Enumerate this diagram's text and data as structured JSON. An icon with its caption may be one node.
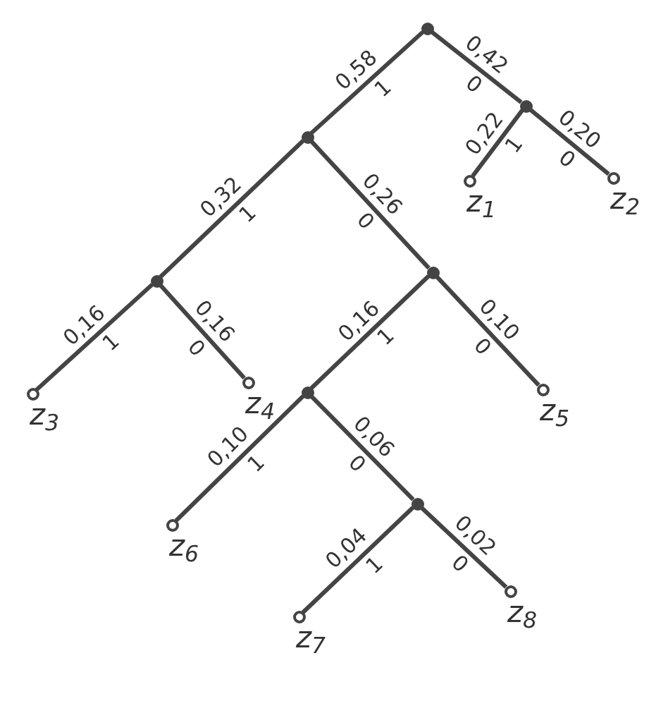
{
  "diagram": {
    "nodes": [
      {
        "text": [],
        "shape": "circle"
      },
      {
        "text": [],
        "shape": "circle"
      },
      {
        "text": [],
        "shape": "circle"
      },
      {
        "text": [
          "z$_{1}$"
        ]
      },
      {
        "text": [
          "z$_{2}$"
        ]
      },
      {
        "text": [],
        "shape": "circle"
      },
      {
        "text": [],
        "shape": "circle"
      },
      {
        "text": [
          "z$_{3}$"
        ]
      },
      {
        "text": [
          "z$_{4}$"
        ]
      },
      {
        "text": [
          "z$_{5}$"
        ]
      },
      {
        "text": [],
        "shape": "circle"
      },
      {
        "text": [
          "z$_{6}$"
        ]
      },
      {
        "text": [],
        "shape": "circle"
      },
      {
        "text": [
          "z$_{7}$"
        ]
      },
      {
        "text": [
          "z$_{8}$"
        ]
      }
    ],
    "edges": [
      {
        "from": 0,
        "to": 1,
        "arrow": "none",
        "label": "0,58"
      },
      {
        "from": 0,
        "to": 2,
        "arrow": "none",
        "label": "0,42"
      },
      {
        "from": 2,
        "to": 3,
        "arrow": "none",
        "label": "0,22"
      },
      {
        "from": 2,
        "to": 4,
        "arrow": "none",
        "label": "0,20"
      },
      {
        "from": 1,
        "to": 5,
        "arrow": "none",
        "label": "0,32"
      },
      {
        "from": 1,
        "to": 6,
        "arrow": "none",
        "label": "0,26"
      },
      {
        "from": 5,
        "to": 7,
        "arrow": "none",
        "label": "0,16"
      },
      {
        "from": 5,
        "to": 8,
        "arrow": "none",
        "label": "0,16"
      },
      {
        "from": 6,
        "to": 10,
        "arrow": "none",
        "label": "0,16"
      },
      {
        "from": 6,
        "to": 9,
        "arrow": "none",
        "label": "0,10"
      },
      {
        "from": 10,
        "to": 11,
        "arrow": "none",
        "label": "0,10"
      },
      {
        "from": 10,
        "to": 12,
        "arrow": "none",
        "label": "0,06"
      },
      {
        "from": 12,
        "to": 13,
        "arrow": "none",
        "label": "0,04"
      },
      {
        "from": 12,
        "to": 14,
        "arrow": "none",
        "label": "0,02"
      }
    ],
    "labels": [
      "1",
      "0",
      "1",
      "0",
      "1",
      "0",
      "1",
      "0",
      "1",
      "0",
      "1",
      "0",
      "1",
      "0"
    ]
  }
}
